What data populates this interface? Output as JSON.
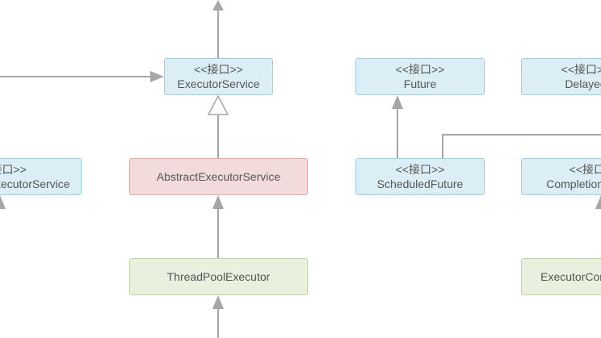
{
  "diagram": {
    "nodes": [
      {
        "id": "executor-service",
        "stereotype": "<<接口>>",
        "name": "ExecutorService",
        "kind": "interface"
      },
      {
        "id": "future",
        "stereotype": "<<接口>>",
        "name": "Future",
        "kind": "interface"
      },
      {
        "id": "delayed",
        "stereotype": "<<接口>>",
        "name": "Delayed",
        "kind": "interface"
      },
      {
        "id": "scheduled-executor-service",
        "stereotype": "<<接口>>",
        "name": "ScheduledExecutorService",
        "kind": "interface"
      },
      {
        "id": "abstract-executor-service",
        "stereotype": "",
        "name": "AbstractExecutorService",
        "kind": "abstract"
      },
      {
        "id": "scheduled-future",
        "stereotype": "<<接口>>",
        "name": "ScheduledFuture",
        "kind": "interface"
      },
      {
        "id": "completion-service",
        "stereotype": "<<接口>>",
        "name": "CompletionService",
        "kind": "interface"
      },
      {
        "id": "thread-pool-executor",
        "stereotype": "",
        "name": "ThreadPoolExecutor",
        "kind": "class"
      },
      {
        "id": "executor-completion-service",
        "stereotype": "",
        "name": "ExecutorCompletionService",
        "kind": "class"
      }
    ]
  }
}
